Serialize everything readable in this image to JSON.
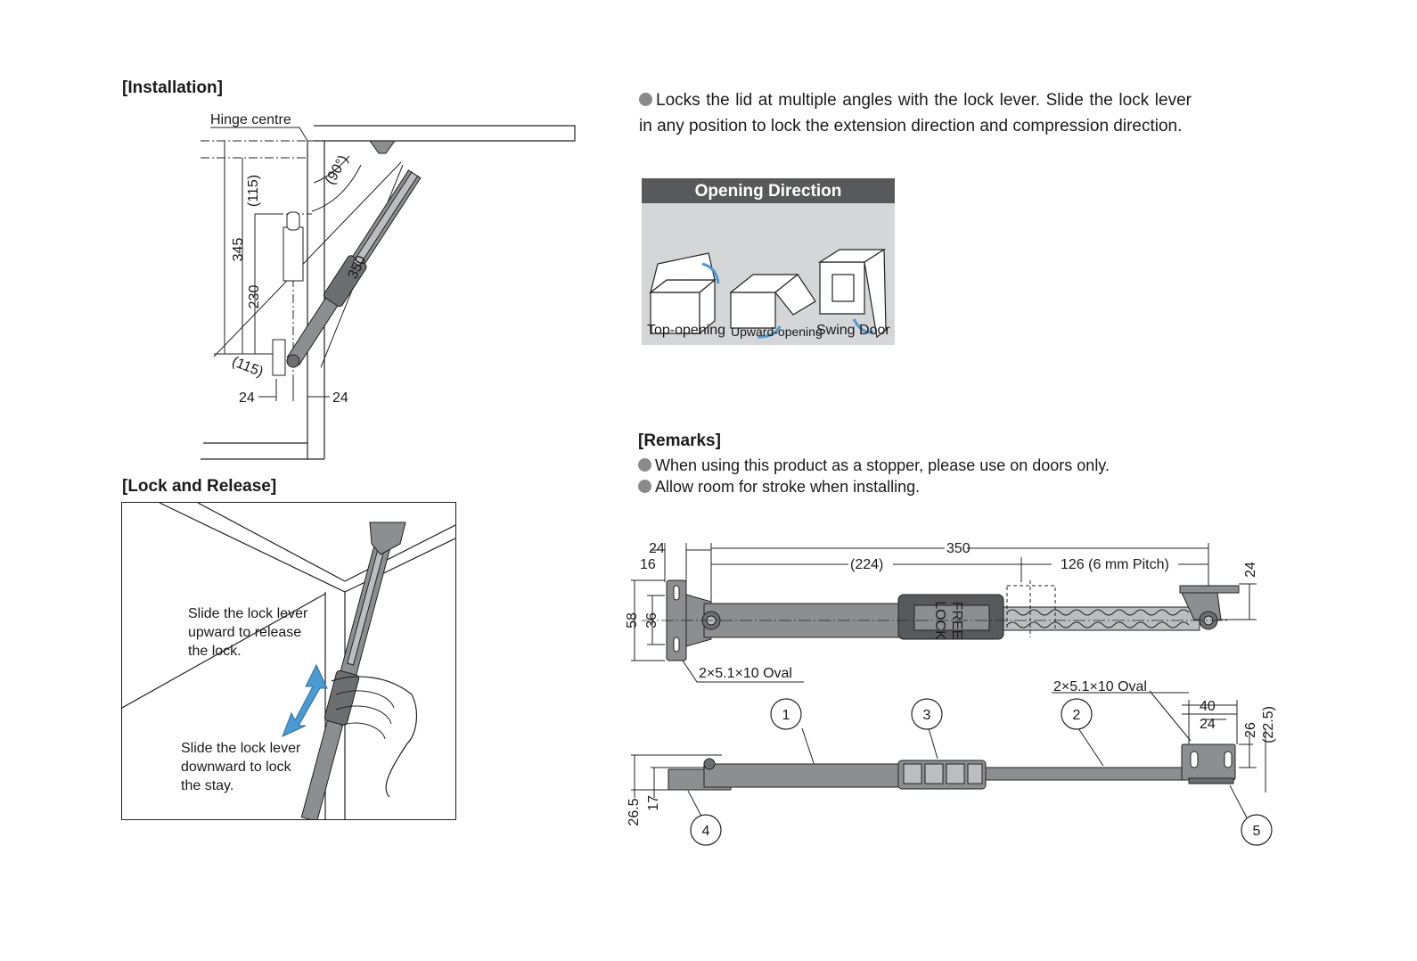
{
  "installation": {
    "heading": "[Installation]",
    "hinge_label": "Hinge centre",
    "dims": {
      "d115_top": "(115)",
      "d345": "345",
      "d230": "230",
      "d350": "350",
      "d90": "(90°)",
      "d115_bottom": "(115)",
      "d24_left": "24",
      "d24_right": "24"
    }
  },
  "lock_release": {
    "heading": "[Lock and Release]",
    "note_up": [
      "Slide the lock lever",
      "upward to release",
      "the lock."
    ],
    "note_down": [
      "Slide the lock lever",
      "downward to lock",
      "the stay."
    ]
  },
  "intro": {
    "text": "Locks the lid at multiple angles with the lock lever. Slide the lock lever in any position to lock the extension direction and compression direction."
  },
  "opening_direction": {
    "title": "Opening Direction",
    "labels": [
      "Top-opening",
      "Upward-opening",
      "Swing Door"
    ]
  },
  "remarks": {
    "heading": "[Remarks]",
    "items": [
      "When using this product as a stopper, please use on doors only.",
      "Allow room for stroke when installing."
    ]
  },
  "dimensions": {
    "top_view": {
      "d24_left": "24",
      "d16": "16",
      "d350": "350",
      "d224": "(224)",
      "pitch": "126 (6 mm Pitch)",
      "d24_right": "24",
      "d58": "58",
      "d36": "36",
      "oval": "2×5.1×10 Oval",
      "lock_free": [
        "FREE",
        "LOCK"
      ]
    },
    "side_view": {
      "oval": "2×5.1×10 Oval",
      "d40": "40",
      "d24": "24",
      "d26": "26",
      "d22_5": "(22.5)",
      "d26_5": "26.5",
      "d17": "17",
      "callouts": [
        "1",
        "2",
        "3",
        "4",
        "5"
      ]
    }
  },
  "colors": {
    "arrow_blue": "#4a9bd4",
    "stay_gray": "#8d8e90",
    "dark_gray": "#58595b",
    "panel_gray": "#d5d6d8"
  }
}
